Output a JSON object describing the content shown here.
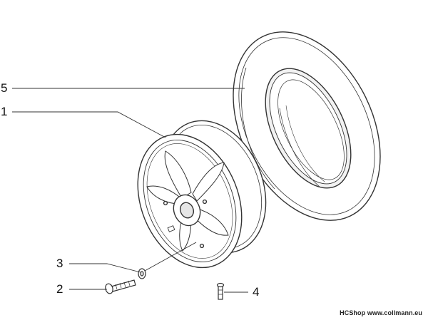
{
  "diagram": {
    "callouts": [
      {
        "id": "5",
        "label": "5"
      },
      {
        "id": "1",
        "label": "1"
      },
      {
        "id": "3",
        "label": "3"
      },
      {
        "id": "2",
        "label": "2"
      },
      {
        "id": "4",
        "label": "4"
      }
    ],
    "watermark": "HCShop www.collmann.eu"
  },
  "colors": {
    "line": "#333333",
    "fill": "#ffffff",
    "shade": "#e6e6e6"
  }
}
